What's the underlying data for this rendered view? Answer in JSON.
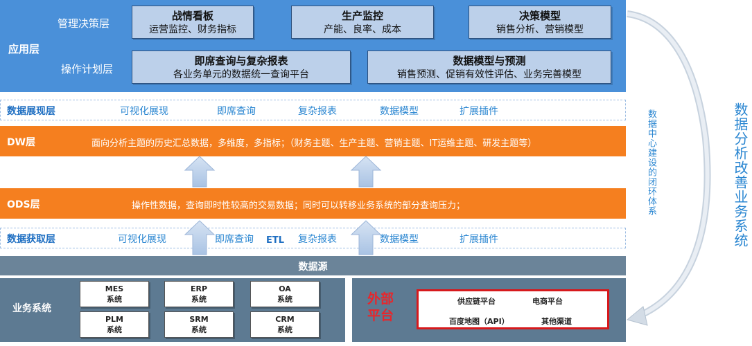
{
  "application_layer": {
    "title": "应用层",
    "decision_label": "管理决策层",
    "operation_label": "操作计划层",
    "boxes": [
      {
        "title": "战情看板",
        "desc": "运营监控、财务指标"
      },
      {
        "title": "生产监控",
        "desc": "产能、良率、成本"
      },
      {
        "title": "决策模型",
        "desc": "销售分析、营销模型"
      },
      {
        "title": "即席查询与复杂报表",
        "desc": "各业务单元的数据统一查询平台"
      },
      {
        "title": "数据模型与预测",
        "desc": "销售预测、促销有效性评估、业务完善模型"
      }
    ]
  },
  "presentation_layer": {
    "title": "数据展现层",
    "items": [
      "可视化展现",
      "即席查询",
      "复杂报表",
      "数据模型",
      "扩展插件"
    ]
  },
  "dw_layer": {
    "title": "DW层",
    "desc": "面向分析主题的历史汇总数据，多维度，多指标；（财务主题、生产主题、营销主题、IT运维主题、研发主题等）"
  },
  "ods_layer": {
    "title": "ODS层",
    "desc": "操作性数据，查询即时性较高的交易数据；同时可以转移业务系统的部分查询压力；"
  },
  "acquisition_layer": {
    "title": "数据获取层",
    "items": [
      "可视化展现",
      "即席查询",
      "复杂报表",
      "数据模型",
      "扩展插件"
    ],
    "etl_label": "ETL"
  },
  "data_source": {
    "title": "数据源"
  },
  "business_systems": {
    "title": "业务系统",
    "systems": [
      {
        "name": "MES",
        "suffix": "系统"
      },
      {
        "name": "ERP",
        "suffix": "系统"
      },
      {
        "name": "OA",
        "suffix": "系统"
      },
      {
        "name": "PLM",
        "suffix": "系统"
      },
      {
        "name": "SRM",
        "suffix": "系统"
      },
      {
        "name": "CRM",
        "suffix": "系统"
      }
    ]
  },
  "external_platform": {
    "title": "外部平台",
    "items": [
      "供应链平台",
      "电商平台",
      "百度地图（API）",
      "其他渠道"
    ]
  },
  "loop": {
    "inner_label": "数据中心建设的闭环体系",
    "outer_label": "数据分析改善业务系统"
  },
  "colors": {
    "app_blue": "#4a90d9",
    "orange": "#f57f1f",
    "accent_blue": "#2a86d1",
    "source_gray": "#6b8499",
    "external_red": "#e8262b"
  }
}
